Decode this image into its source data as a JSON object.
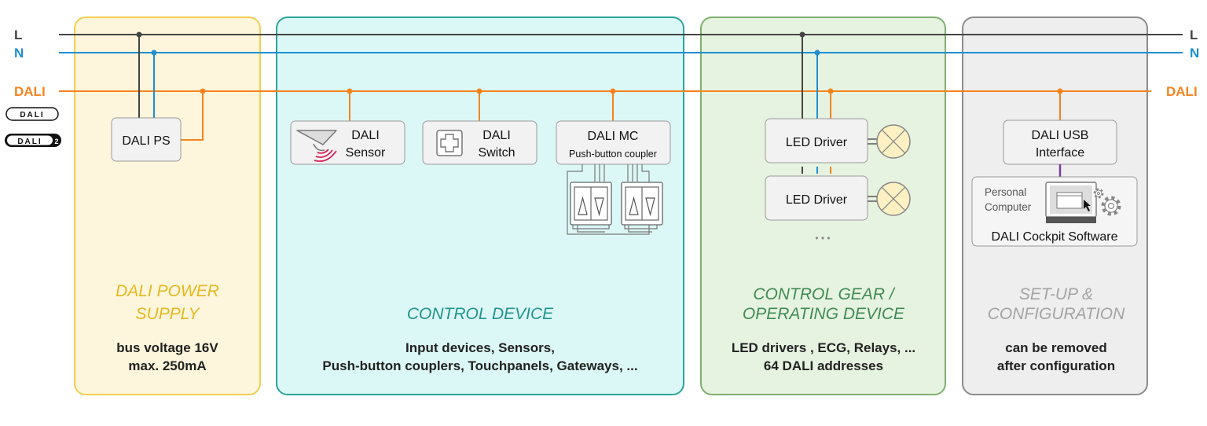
{
  "colors": {
    "l_line": "#444444",
    "n_line": "#1e8fd0",
    "dali_line": "#f5831f",
    "ps_fill": "#fdf6dc",
    "ps_stroke": "#f4cd54",
    "ps_title": "#e6b820",
    "cd_fill": "#dcf8f6",
    "cd_stroke": "#2aa59b",
    "cd_title": "#22938d",
    "cg_fill": "#e7f3e1",
    "cg_stroke": "#7fb06f",
    "cg_title": "#3f8a55",
    "su_fill": "#eeeeee",
    "su_stroke": "#8c8c8c",
    "su_title": "#a3a3a3",
    "usb_link": "#7b3f98",
    "sensor_waves": "#d61f55"
  },
  "bus_labels": {
    "l_left": "L",
    "l_right": "L",
    "n_left": "N",
    "n_right": "N",
    "dali_left": "DALI",
    "dali_right": "DALI"
  },
  "logos": {
    "dali": "DALI",
    "dali2": "DALI"
  },
  "power_supply": {
    "device": "DALI PS",
    "title_line1": "DALI POWER",
    "title_line2": "SUPPLY",
    "desc_line1": "bus voltage 16V",
    "desc_line2": "max. 250mA"
  },
  "control_device": {
    "sensor_line1": "DALI",
    "sensor_line2": "Sensor",
    "switch_line1": "DALI",
    "switch_line2": "Switch",
    "mc_line1": "DALI MC",
    "mc_line2": "Push-button coupler",
    "title": "CONTROL DEVICE",
    "desc_line1": "Input devices, Sensors,",
    "desc_line2": "Push-button couplers, Touchpanels, Gateways, ..."
  },
  "control_gear": {
    "driver1": "LED Driver",
    "driver2": "LED Driver",
    "more": "• • •",
    "title_line1": "CONTROL GEAR /",
    "title_line2": "OPERATING DEVICE",
    "desc_line1": "LED drivers , ECG, Relays, ...",
    "desc_line2": "64 DALI addresses"
  },
  "setup": {
    "usb_line1": "DALI USB",
    "usb_line2": "Interface",
    "pc_line1": "Personal",
    "pc_line2": "Computer",
    "software": "DALI Cockpit Software",
    "title_line1": "SET-UP &",
    "title_line2": "CONFIGURATION",
    "desc_line1": "can be removed",
    "desc_line2": "after configuration"
  }
}
